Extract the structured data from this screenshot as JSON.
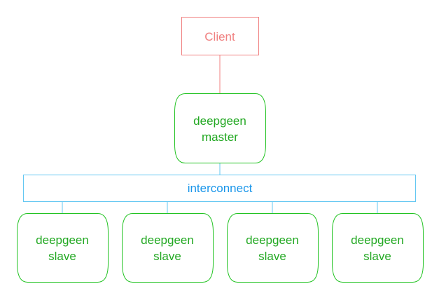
{
  "colors": {
    "client": "#f08080",
    "node": "#22c322",
    "node_text": "#22a822",
    "interconnect": "#63c7f2",
    "interconnect_text": "#1a96ea"
  },
  "client": {
    "label": "Client"
  },
  "master": {
    "line1": "deepgeen",
    "line2": "master"
  },
  "interconnect": {
    "label": "interconnect"
  },
  "slaves": [
    {
      "line1": "deepgeen",
      "line2": "slave"
    },
    {
      "line1": "deepgeen",
      "line2": "slave"
    },
    {
      "line1": "deepgeen",
      "line2": "slave"
    },
    {
      "line1": "deepgeen",
      "line2": "slave"
    }
  ]
}
